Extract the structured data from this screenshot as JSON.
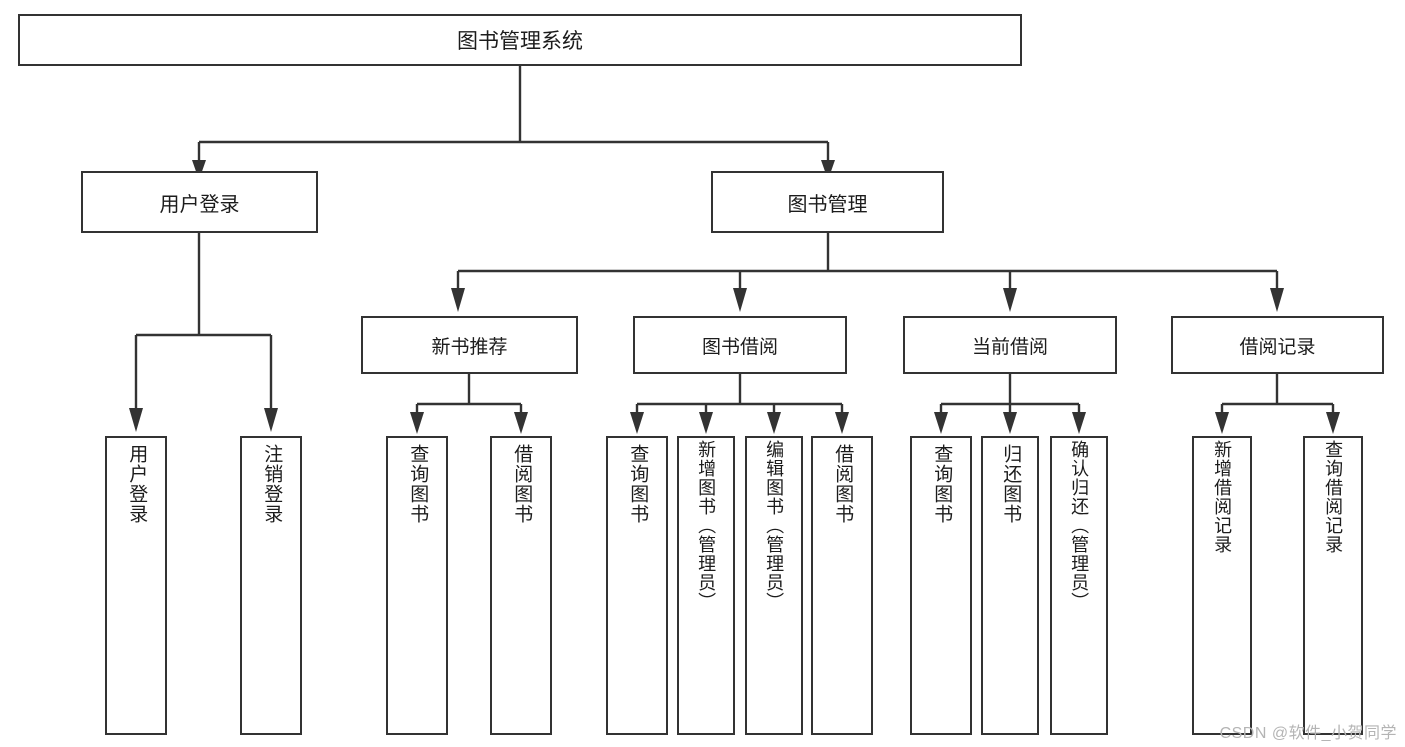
{
  "diagram": {
    "title": "图书管理系统",
    "root": {
      "label": "图书管理系统"
    },
    "tier1": [
      {
        "label": "用户登录"
      },
      {
        "label": "图书管理"
      }
    ],
    "tier2": [
      {
        "label": "新书推荐"
      },
      {
        "label": "图书借阅"
      },
      {
        "label": "当前借阅"
      },
      {
        "label": "借阅记录"
      }
    ],
    "leaves": {
      "user_login": [
        {
          "label": "用户登录"
        },
        {
          "label": "注销登录"
        }
      ],
      "new_book_recommend": [
        {
          "label": "查询图书"
        },
        {
          "label": "借阅图书"
        }
      ],
      "book_borrow": [
        {
          "label": "查询图书"
        },
        {
          "label": "新增图书（管理员）"
        },
        {
          "label": "编辑图书（管理员）"
        },
        {
          "label": "借阅图书"
        }
      ],
      "current_borrow": [
        {
          "label": "查询图书"
        },
        {
          "label": "归还图书"
        },
        {
          "label": "确认归还（管理员）"
        }
      ],
      "borrow_record": [
        {
          "label": "新增借阅记录"
        },
        {
          "label": "查询借阅记录"
        }
      ]
    }
  },
  "watermark": {
    "text": "CSDN @软件_小贺同学"
  },
  "colors": {
    "stroke": "#333333",
    "fill": "#ffffff",
    "text": "#1c1c1c",
    "watermark": "#b4b4b4"
  }
}
